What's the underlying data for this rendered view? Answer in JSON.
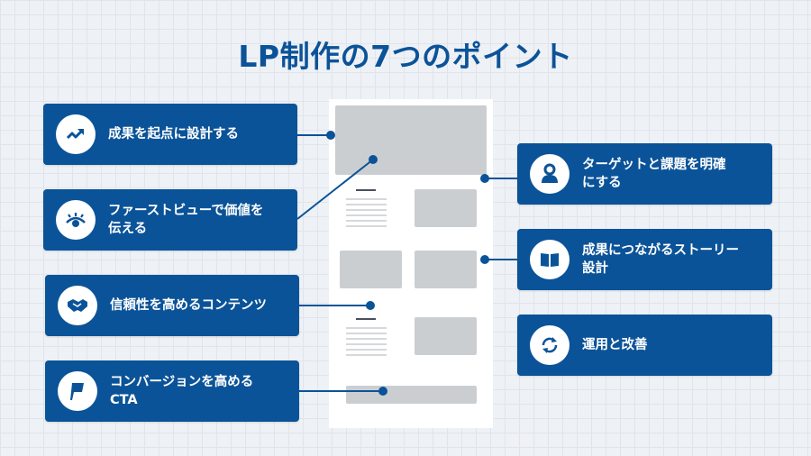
{
  "title": "LP制作の7つのポイント",
  "colors": {
    "primary": "#0b5398",
    "background": "#eef1f5",
    "grid": "#e1e5eb",
    "placeholder": "#cbced1",
    "card_text": "#ffffff"
  },
  "left_points": [
    {
      "label": "成果を起点に設計する",
      "icon": "trend-up-icon"
    },
    {
      "label": "ファーストビューで価値を\n伝える",
      "icon": "eye-icon"
    },
    {
      "label": "信頼性を高めるコンテンツ",
      "icon": "handshake-icon"
    },
    {
      "label": "コンバージョンを高める\nCTA",
      "icon": "flag-icon"
    }
  ],
  "right_points": [
    {
      "label": "ターゲットと課題を明確\nにする",
      "icon": "user-icon"
    },
    {
      "label": "成果につながるストーリー\n設計",
      "icon": "book-icon"
    },
    {
      "label": "運用と改善",
      "icon": "refresh-icon"
    }
  ]
}
